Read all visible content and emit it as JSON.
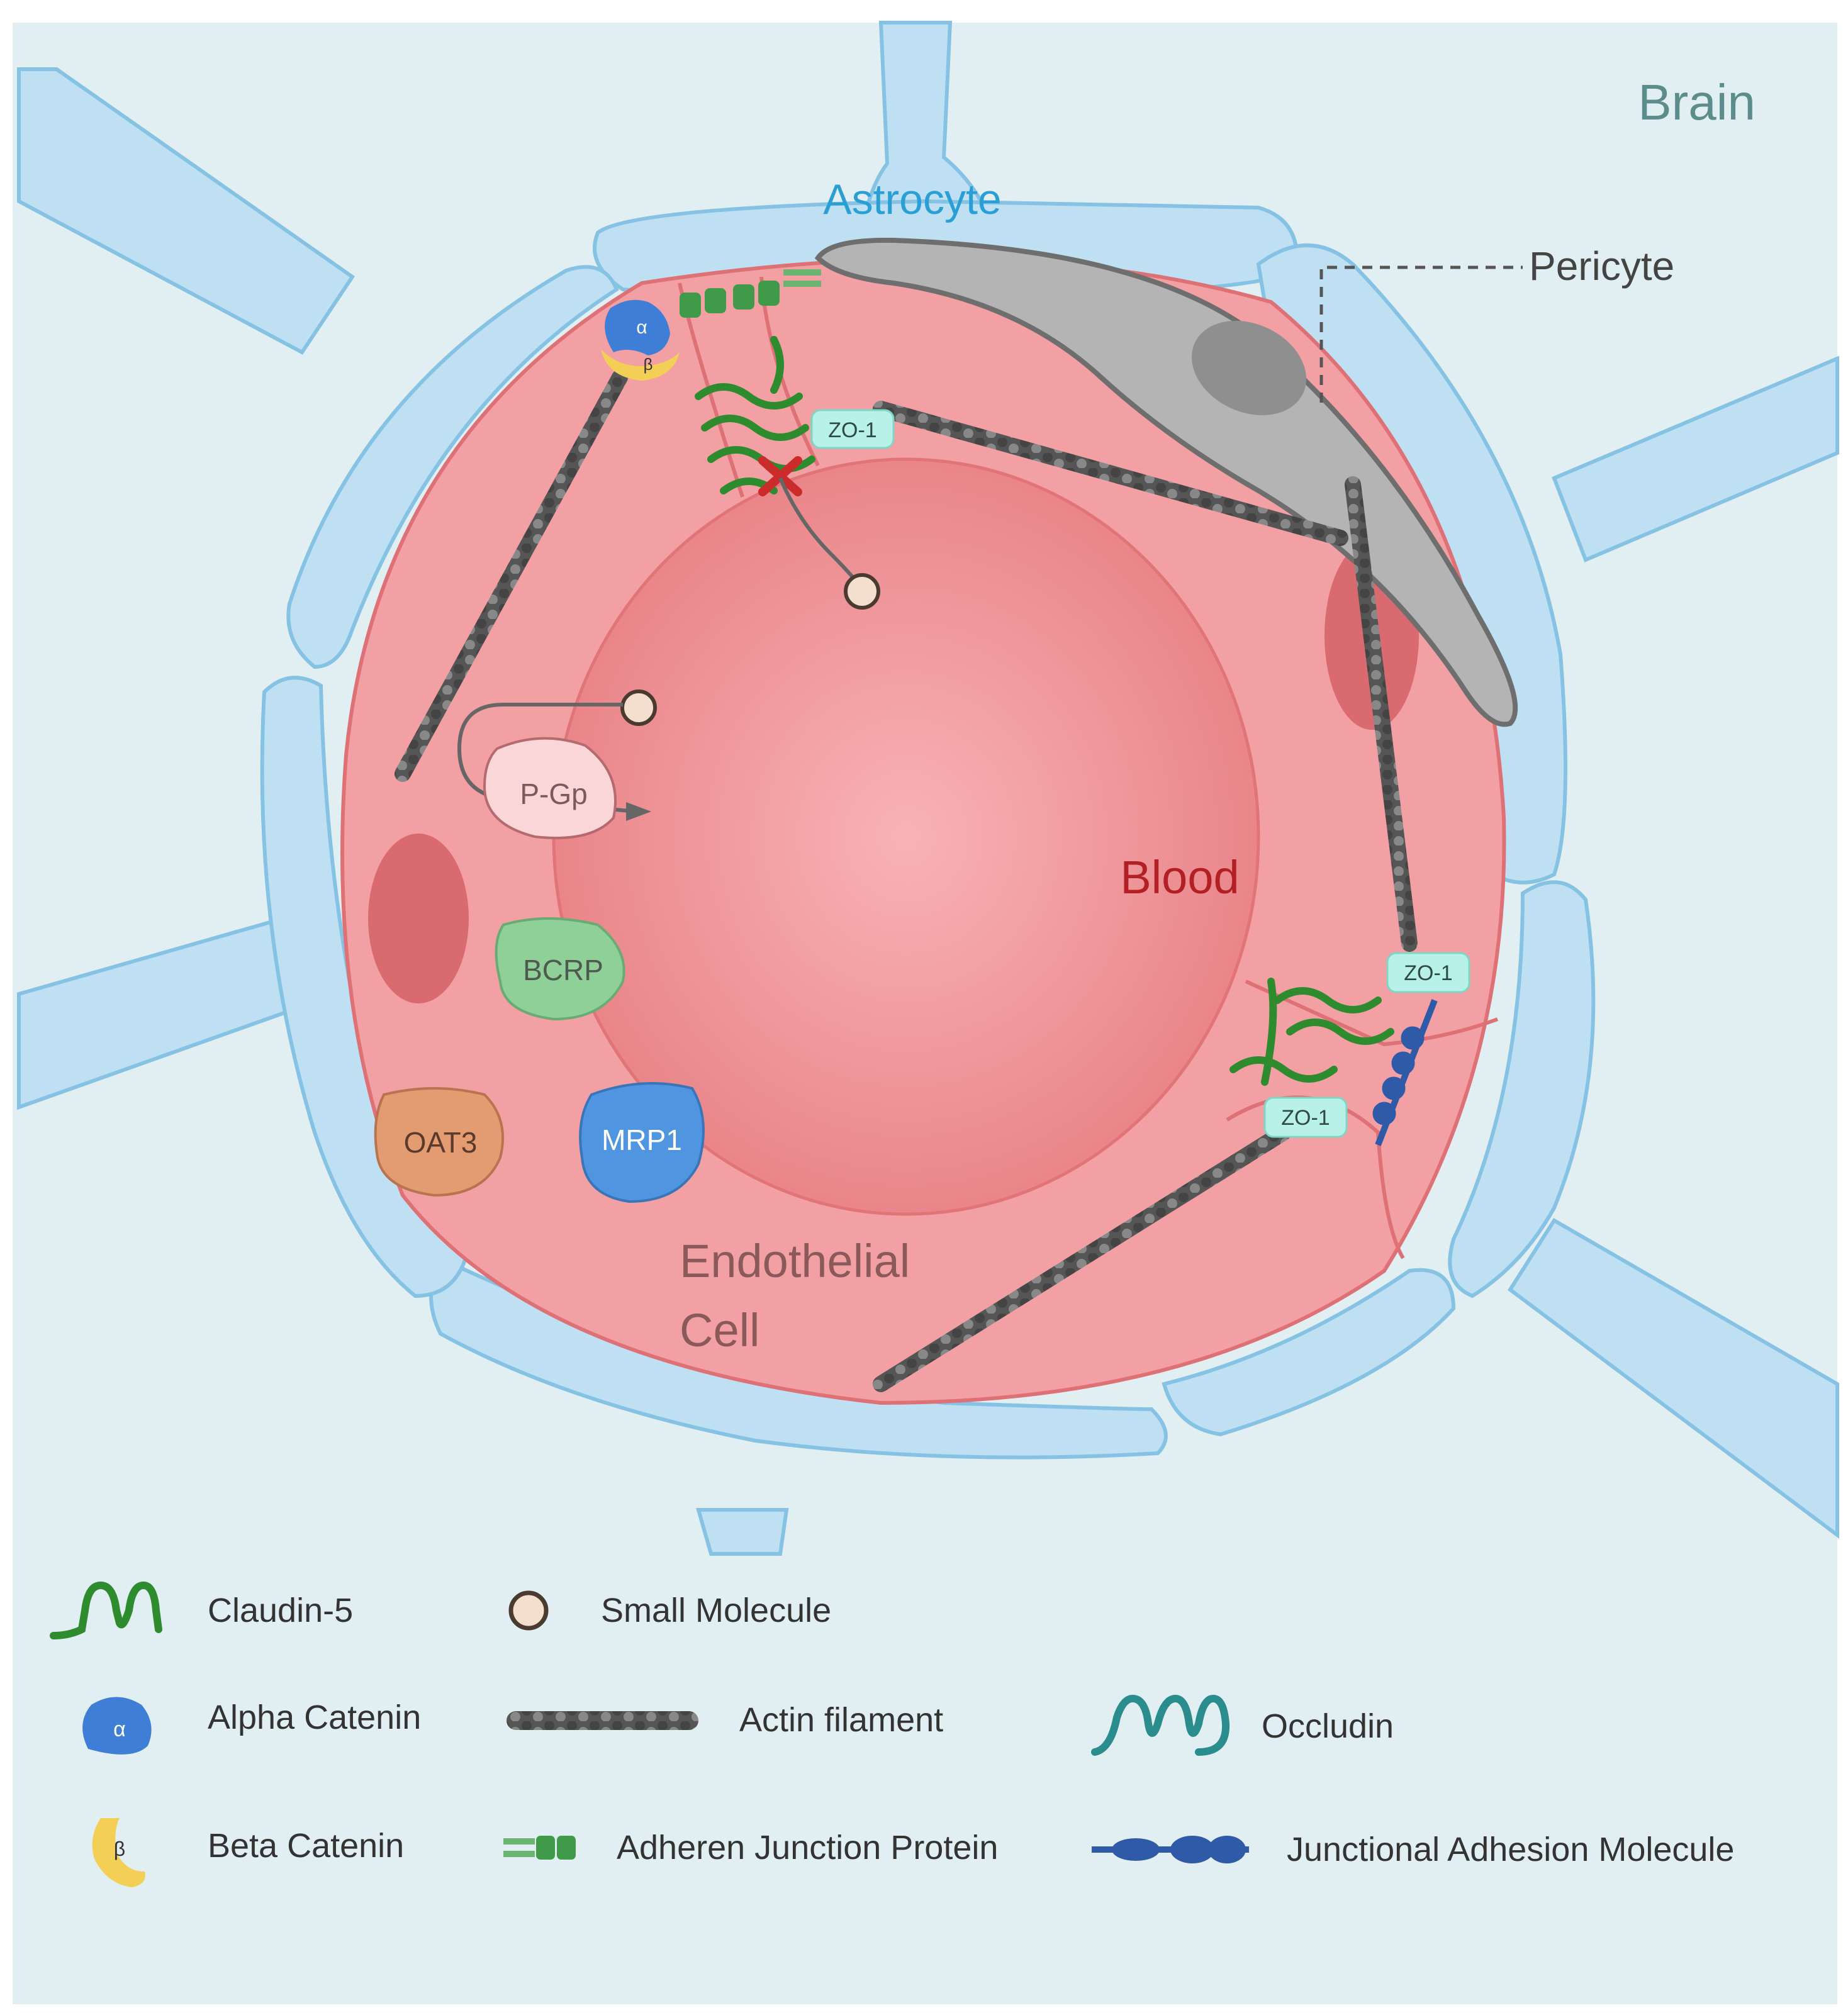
{
  "regions": {
    "brain": "Brain",
    "astrocyte": "Astrocyte",
    "pericyte": "Pericyte",
    "blood": "Blood",
    "endothelial_line1": "Endothelial",
    "endothelial_line2": "Cell"
  },
  "proteins": {
    "zo1": "ZO-1",
    "pgp": "P-Gp",
    "bcrp": "BCRP",
    "oat3": "OAT3",
    "mrp1": "MRP1",
    "alpha_symbol": "α",
    "beta_symbol": "β"
  },
  "legend": {
    "claudin5": "Claudin-5",
    "small_molecule": "Small Molecule",
    "alpha_catenin": "Alpha Catenin",
    "actin_filament": "Actin filament",
    "occludin": "Occludin",
    "beta_catenin": "Beta Catenin",
    "adherens_junction": "Adheren Junction Protein",
    "jam": "Junctional Adhesion Molecule"
  },
  "colors": {
    "background": "#e2eff2",
    "astrocyte_fill": "#bfe0f2",
    "astrocyte_stroke": "#7fbfe0",
    "endothelial_fill": "#f2a3a6",
    "endothelial_stroke": "#dd6f74",
    "blood": "#ef8c8f",
    "pericyte": "#b4b4b4",
    "claudin": "#2e8b2e",
    "zo1_fill": "#b8f1e7",
    "alpha_catenin": "#3f7ed6",
    "beta_catenin": "#f4cf55",
    "occludin": "#2a8c8c",
    "jam": "#2e5aa8",
    "bcrp": "#8fcf98",
    "oat3": "#e39b72",
    "mrp1": "#4f95e0",
    "brain_text": "#5d8c8c",
    "astrocyte_text": "#2a9fd6",
    "blood_text": "#b21f24",
    "endothelial_text": "#8a5a5a"
  }
}
